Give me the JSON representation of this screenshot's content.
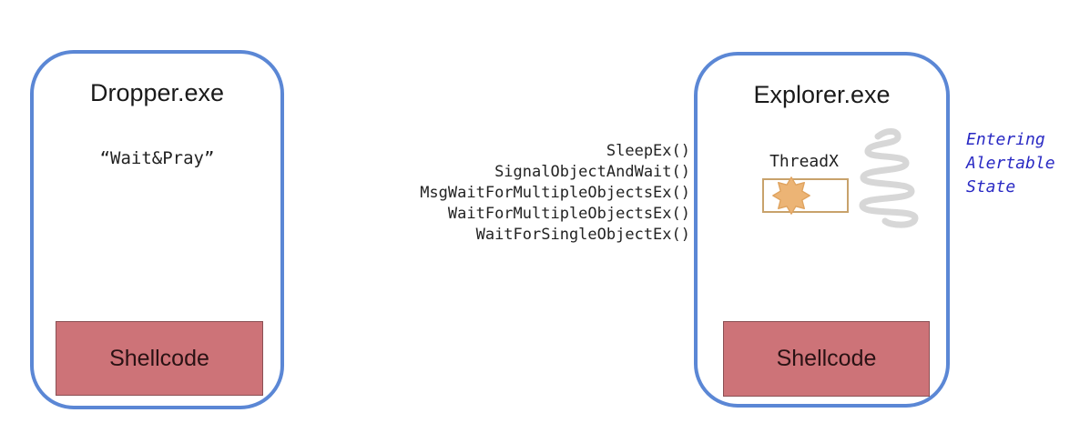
{
  "left_process": {
    "title": "Dropper.exe",
    "technique_label": "“Wait&Pray”",
    "shellcode_label": "Shellcode"
  },
  "api_calls": [
    "SleepEx()",
    "SignalObjectAndWait()",
    "MsgWaitForMultipleObjectsEx()",
    "WaitForMultipleObjectsEx()",
    "WaitForSingleObjectEx()"
  ],
  "right_process": {
    "title": "Explorer.exe",
    "thread_label": "ThreadX",
    "shellcode_label": "Shellcode"
  },
  "annotation": {
    "lines": [
      "Entering",
      "Alertable",
      "State"
    ],
    "color": "#2a2ac4"
  },
  "colors": {
    "process_border_blue": "#5b87d5",
    "shellcode_fill_red": "#cd7378",
    "thread_box_border_tan": "#c8a26b",
    "star_fill_orange": "#ecb475",
    "spring_gray": "#d7d7d7",
    "annotation_blue": "#2a2ac4"
  },
  "icons": {
    "thread_marker": "star-icon",
    "waiting_doodle": "spring-doodle-icon"
  }
}
